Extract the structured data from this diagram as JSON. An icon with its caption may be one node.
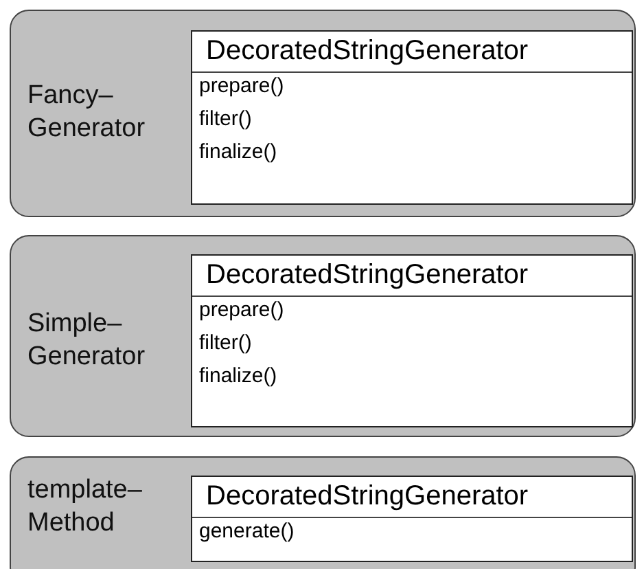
{
  "diagram": {
    "nodes": [
      {
        "text": [
          "Fancy– Generator"
        ]
      },
      {
        "text": [
          "DecoratedStringGenerator",
          "prepare()",
          "filter()",
          "finalize()"
        ],
        "in": 0
      },
      {
        "text": [
          "Simple– Generator"
        ]
      },
      {
        "text": [
          "DecoratedStringGenerator",
          "prepare()",
          "filter()",
          "finalize()"
        ],
        "in": 2
      },
      {
        "text": [
          "template– Method"
        ]
      },
      {
        "text": [
          "DecoratedStringGenerator",
          "generate()"
        ],
        "in": 4
      }
    ]
  }
}
